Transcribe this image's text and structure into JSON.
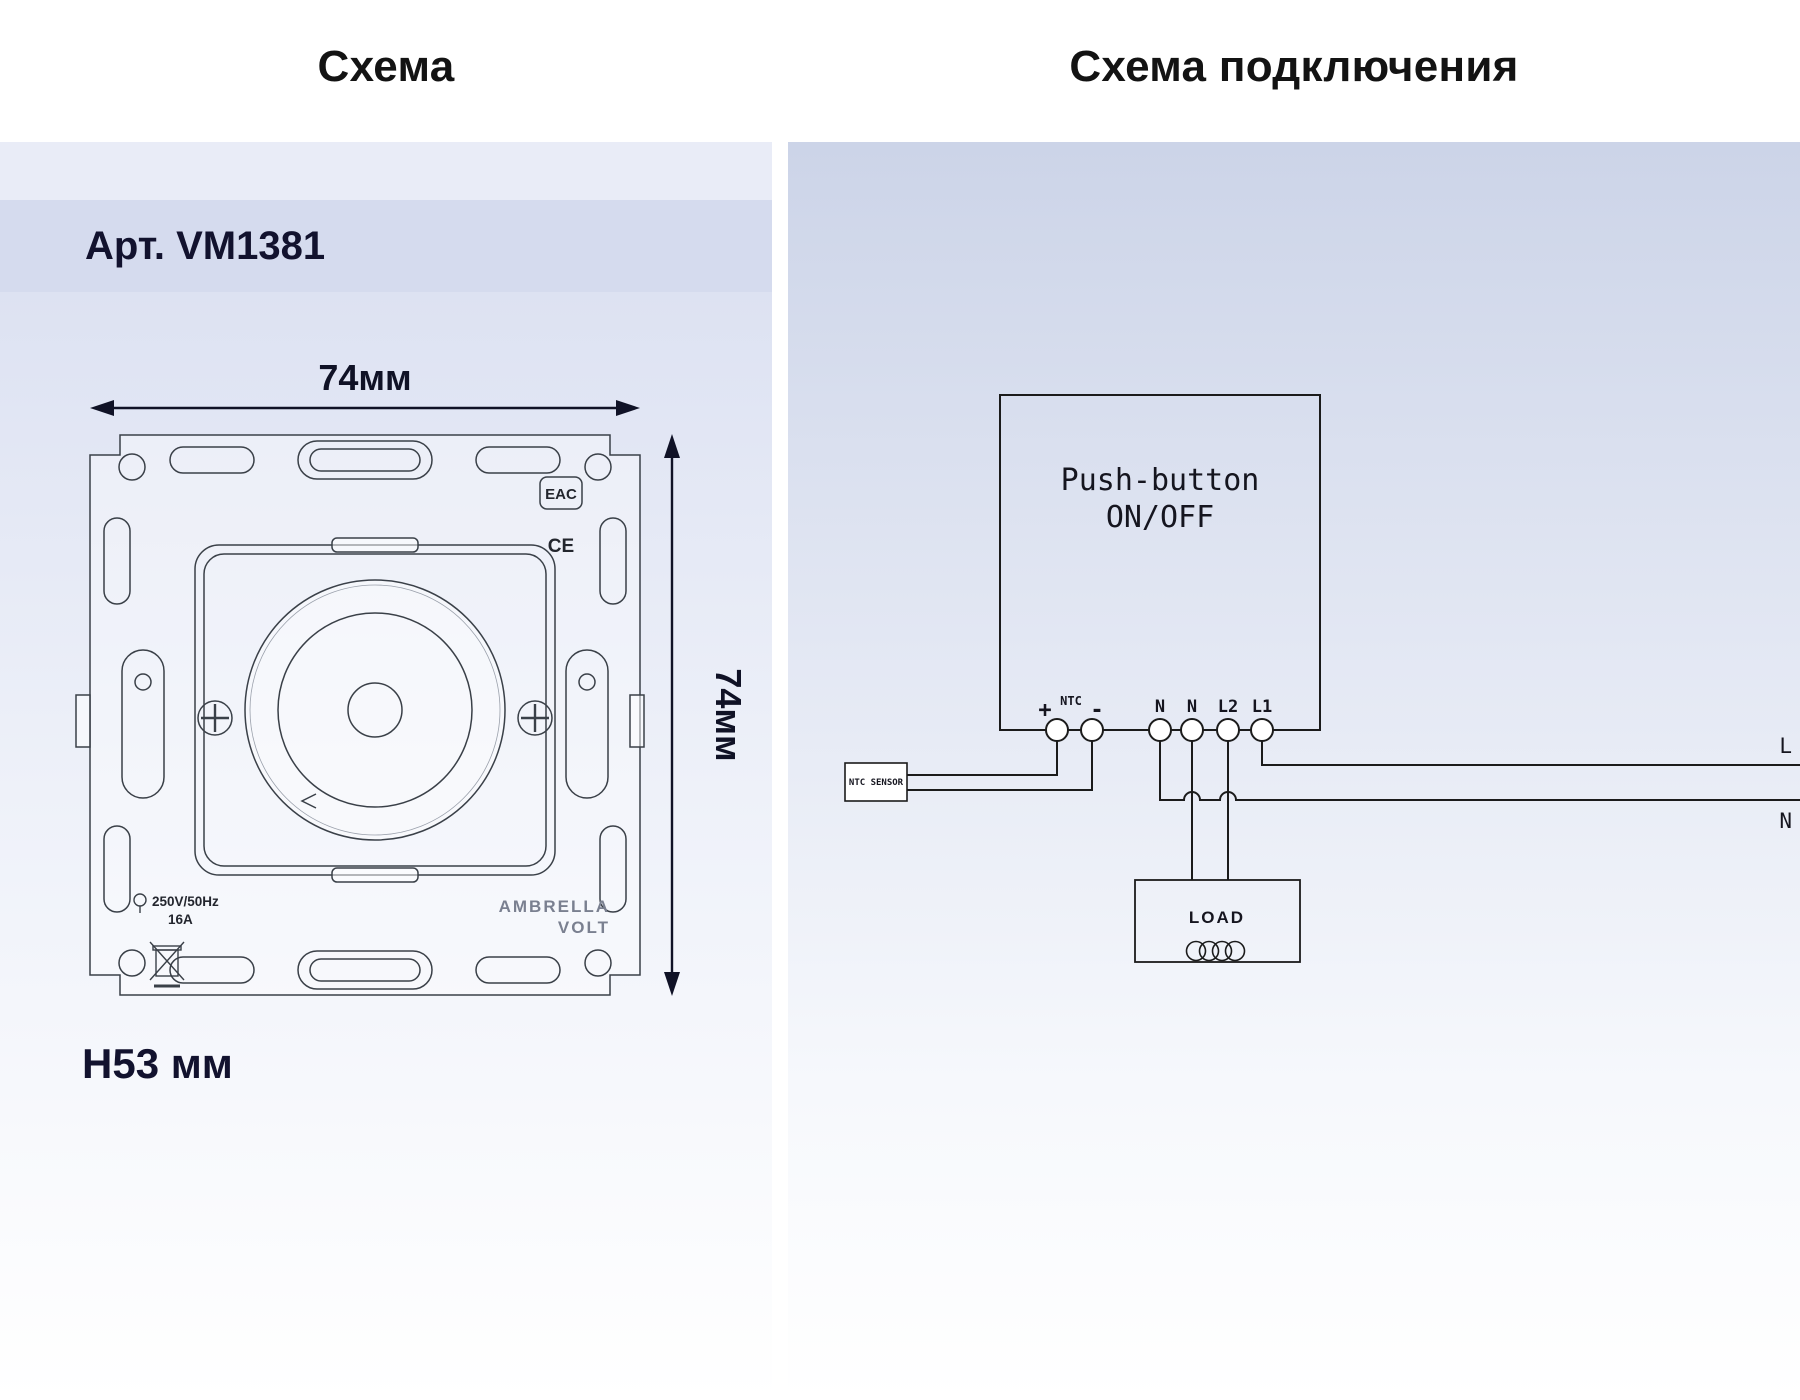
{
  "page": {
    "left_header": "Схема",
    "right_header": "Схема подключения"
  },
  "product": {
    "article": "Арт. VM1381"
  },
  "dimensions": {
    "width": "74мм",
    "height": "74мм",
    "depth": "H53 мм"
  },
  "mechanism_markings": {
    "voltage": "250V/50Hz",
    "current": "16A",
    "brand_line1": "AMBRELLA",
    "brand_line2": "VOLT",
    "cert_eac": "EAC",
    "cert_ce": "CE"
  },
  "wiring": {
    "device_line1": "Push-button",
    "device_line2": "ON/OFF",
    "terminals": {
      "plus": "+",
      "ntc": "NTC",
      "minus": "-",
      "n1": "N",
      "n2": "N",
      "l2": "L2",
      "l1": "L1"
    },
    "sensor": "NTC SENSOR",
    "mains_l": "L",
    "mains_n": "N",
    "load": "LOAD"
  },
  "colors": {
    "panel_top_tint": "#ccd4e8",
    "article_band_tint": "#d5dbee",
    "line_color": "#1b1b1b"
  }
}
